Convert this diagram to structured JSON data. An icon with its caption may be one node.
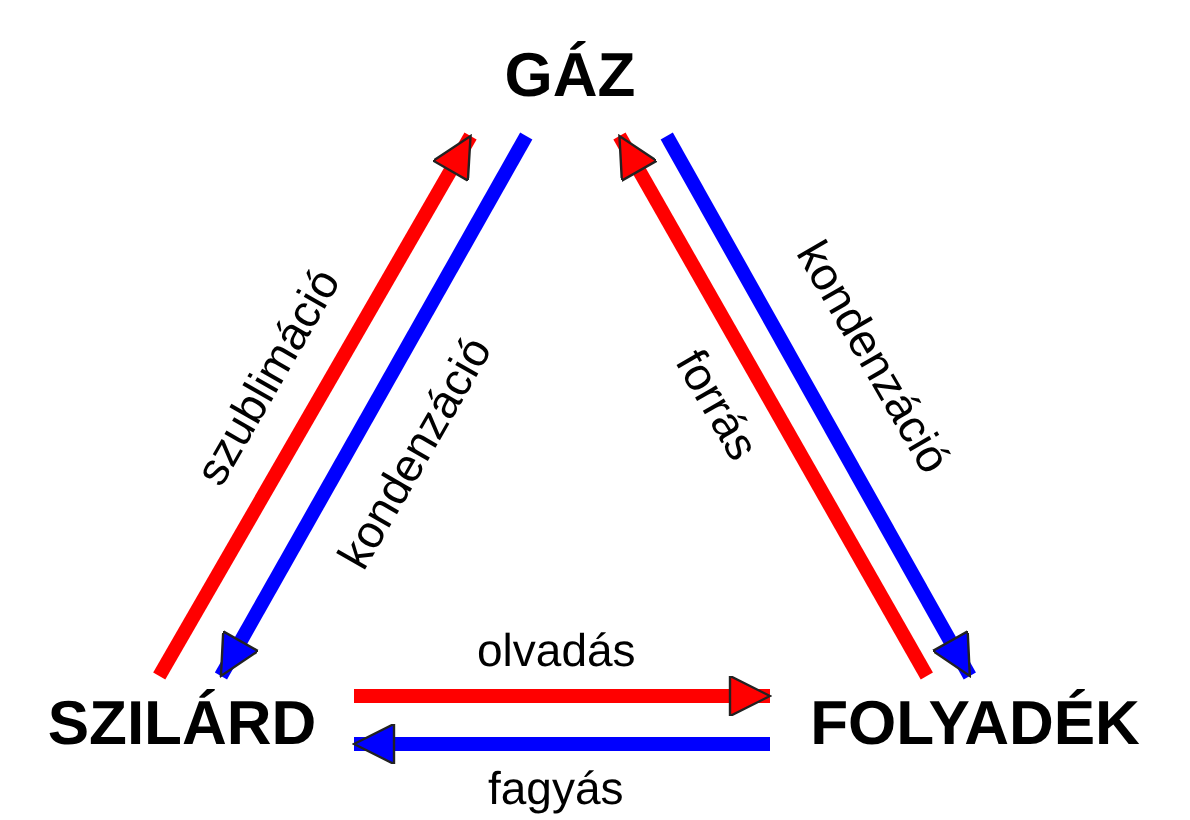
{
  "diagram": {
    "nodes": [
      {
        "text": [
          "GÁZ"
        ]
      },
      {
        "text": [
          "SZILÁRD"
        ]
      },
      {
        "text": [
          "FOLYADÉK"
        ]
      }
    ],
    "edges": [
      {
        "from": 1,
        "to": 0,
        "arrow": "to",
        "label": "szublimáció",
        "color": "#ff0000"
      },
      {
        "from": 0,
        "to": 1,
        "arrow": "to",
        "label": "kondenzáció",
        "color": "#0000ff"
      },
      {
        "from": 2,
        "to": 0,
        "arrow": "to",
        "label": "forrás",
        "color": "#ff0000"
      },
      {
        "from": 0,
        "to": 2,
        "arrow": "to",
        "label": "kondenzáció",
        "color": "#0000ff"
      },
      {
        "from": 1,
        "to": 2,
        "arrow": "to",
        "label": "olvadás",
        "color": "#ff0000"
      },
      {
        "from": 2,
        "to": 1,
        "arrow": "to",
        "label": "fagyás",
        "color": "#0000ff"
      }
    ]
  }
}
